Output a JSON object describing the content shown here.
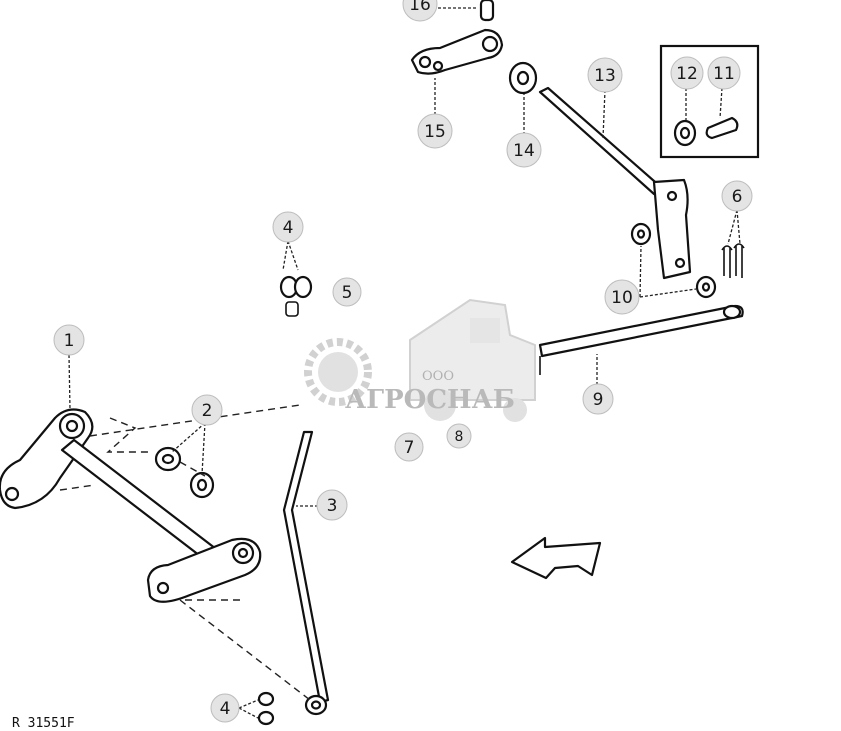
{
  "callouts": [
    {
      "id": "c1",
      "label": "1"
    },
    {
      "id": "c2",
      "label": "2"
    },
    {
      "id": "c3",
      "label": "3"
    },
    {
      "id": "c4a",
      "label": "4"
    },
    {
      "id": "c4b",
      "label": "4"
    },
    {
      "id": "c5",
      "label": "5"
    },
    {
      "id": "c6",
      "label": "6"
    },
    {
      "id": "c7",
      "label": "7"
    },
    {
      "id": "c8",
      "label": "8"
    },
    {
      "id": "c9",
      "label": "9"
    },
    {
      "id": "c10",
      "label": "10"
    },
    {
      "id": "c11",
      "label": "11"
    },
    {
      "id": "c12",
      "label": "12"
    },
    {
      "id": "c13",
      "label": "13"
    },
    {
      "id": "c14",
      "label": "14"
    },
    {
      "id": "c15",
      "label": "15"
    },
    {
      "id": "c16",
      "label": "16"
    }
  ],
  "watermark": {
    "prefix": "ООО",
    "name": "АГРОСНАБ"
  },
  "figure_ref": "R 31551F"
}
